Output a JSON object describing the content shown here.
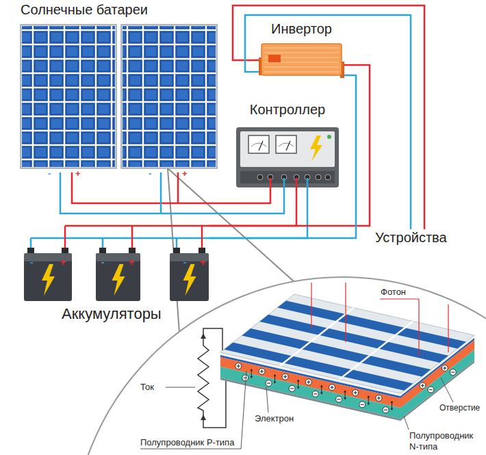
{
  "diagram": {
    "nodes": [
      {
        "text": [
          "Солнечные батареи"
        ]
      },
      {
        "text": [
          "Инвертор"
        ]
      },
      {
        "text": [
          "Контроллер"
        ]
      },
      {
        "text": [
          "Устройства"
        ]
      },
      {
        "text": [
          "Аккумуляторы"
        ]
      }
    ],
    "edges": [
      {
        "from": 0,
        "to": 2,
        "arrow": "none"
      },
      {
        "from": 2,
        "to": 4,
        "arrow": "none"
      },
      {
        "from": 4,
        "to": 1,
        "arrow": "none"
      },
      {
        "from": 1,
        "to": 3,
        "arrow": "none"
      }
    ],
    "labels": [
      "-",
      "+",
      "-",
      "+",
      "-",
      "+",
      "-",
      "+",
      "-",
      "+",
      "Фотон",
      "Ток",
      "Электрон",
      "Полупроводник P-типа",
      "Отверстие",
      "Полупроводник N-типа"
    ]
  }
}
